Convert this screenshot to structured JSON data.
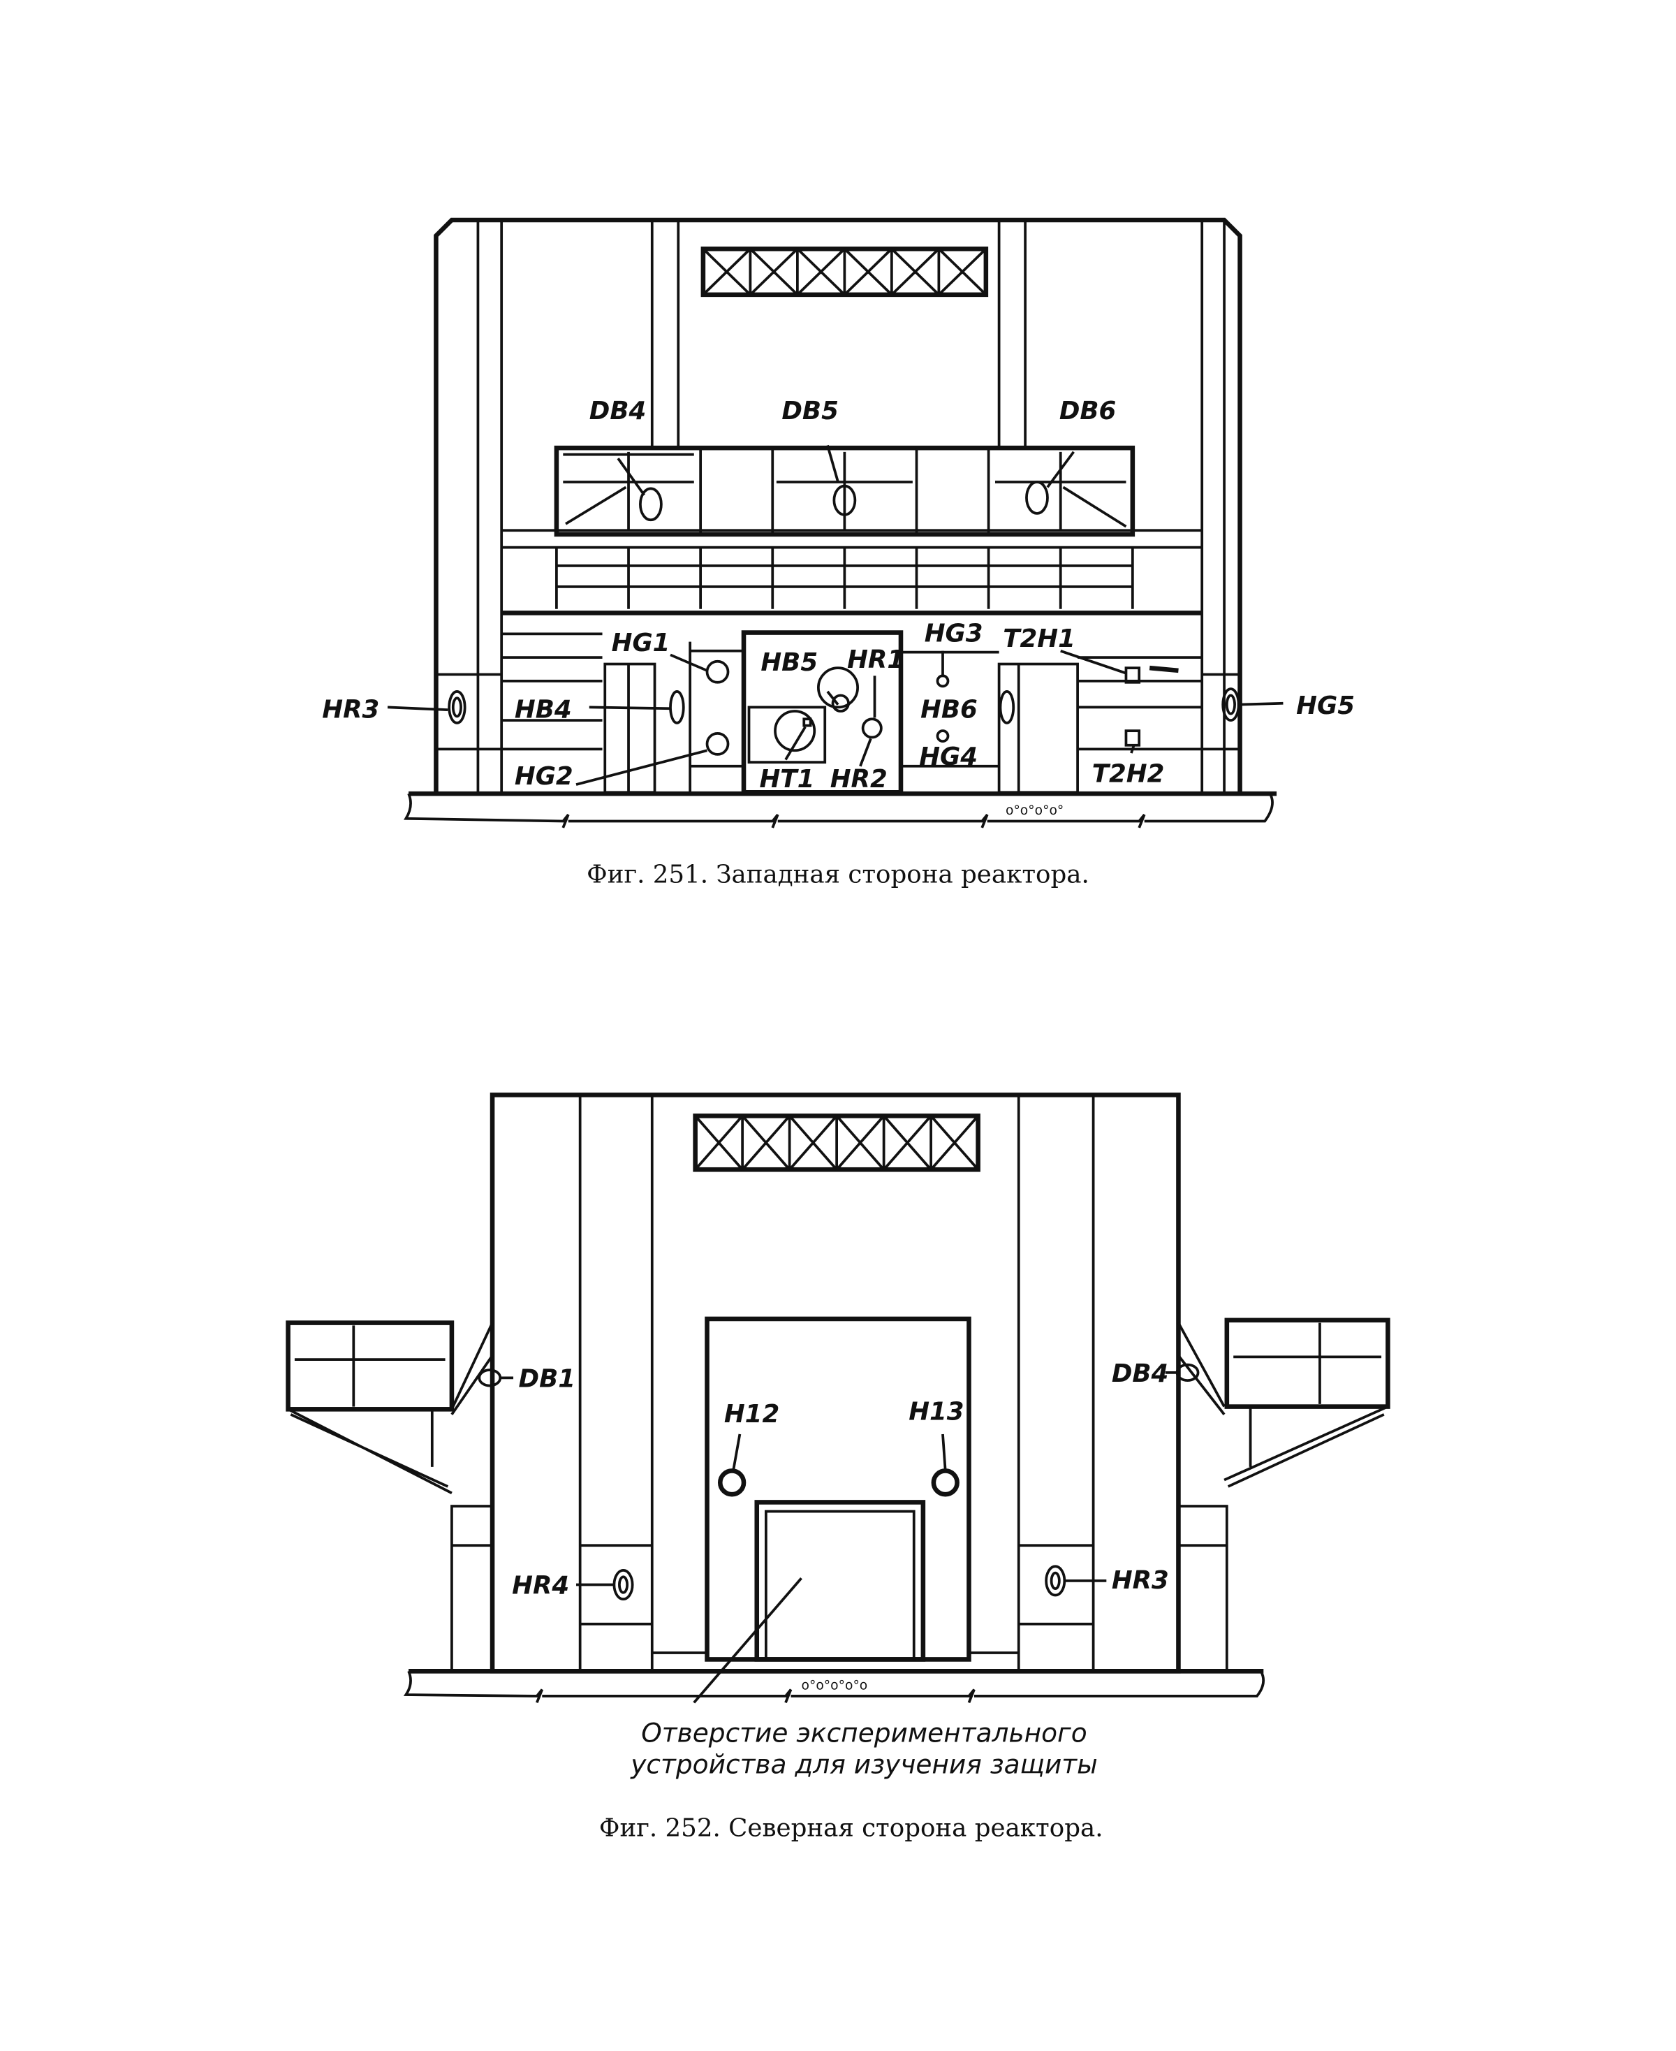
{
  "fig251": {
    "caption": "Фиг. 251. Западная сторона реактора.",
    "labels": {
      "DB4": "DB4",
      "DB5": "DB5",
      "DB6": "DB6",
      "HG1": "HG1",
      "HB5": "HB5",
      "HR1": "HR1",
      "HG3": "HG3",
      "T2H1": "T2H1",
      "HR3": "HR3",
      "HB4": "HB4",
      "HB6": "HB6",
      "HG5": "HG5",
      "HG2": "HG2",
      "HT1": "HT1",
      "HR2": "HR2",
      "HG4": "HG4",
      "T2H2": "T2H2"
    }
  },
  "fig252": {
    "caption": "Фиг. 252. Северная сторона реактора.",
    "labels": {
      "DB1": "DB1",
      "DB4": "DB4",
      "H12": "H12",
      "H13": "H13",
      "HR4": "HR4",
      "HR3": "HR3"
    },
    "annotation_line1": "Отверстие экспериментального",
    "annotation_line2": "устройства для изучения защиты"
  }
}
